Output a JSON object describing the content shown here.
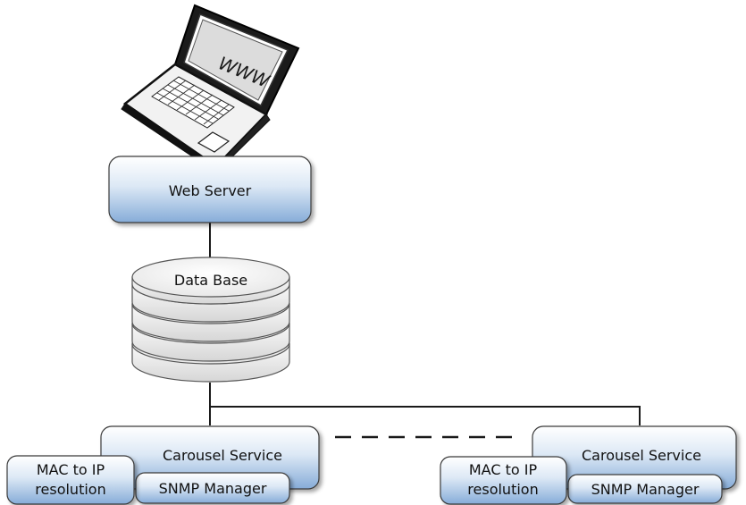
{
  "laptop": {
    "screen_text": "WWW"
  },
  "web_server": {
    "label": "Web Server"
  },
  "database": {
    "label": "Data Base"
  },
  "left_cluster": {
    "carousel_label": "Carousel Service",
    "mac_label_line1": "MAC to IP",
    "mac_label_line2": "resolution",
    "snmp_label": "SNMP Manager"
  },
  "right_cluster": {
    "carousel_label": "Carousel Service",
    "mac_label_line1": "MAC to IP",
    "mac_label_line2": "resolution",
    "snmp_label": "SNMP Manager"
  },
  "colors": {
    "box_top": "#ffffff",
    "box_bottom": "#8fb3dc",
    "box_stroke": "#3a3a3a",
    "disk_fill": "#eaeaea",
    "line": "#1a1a1a"
  }
}
